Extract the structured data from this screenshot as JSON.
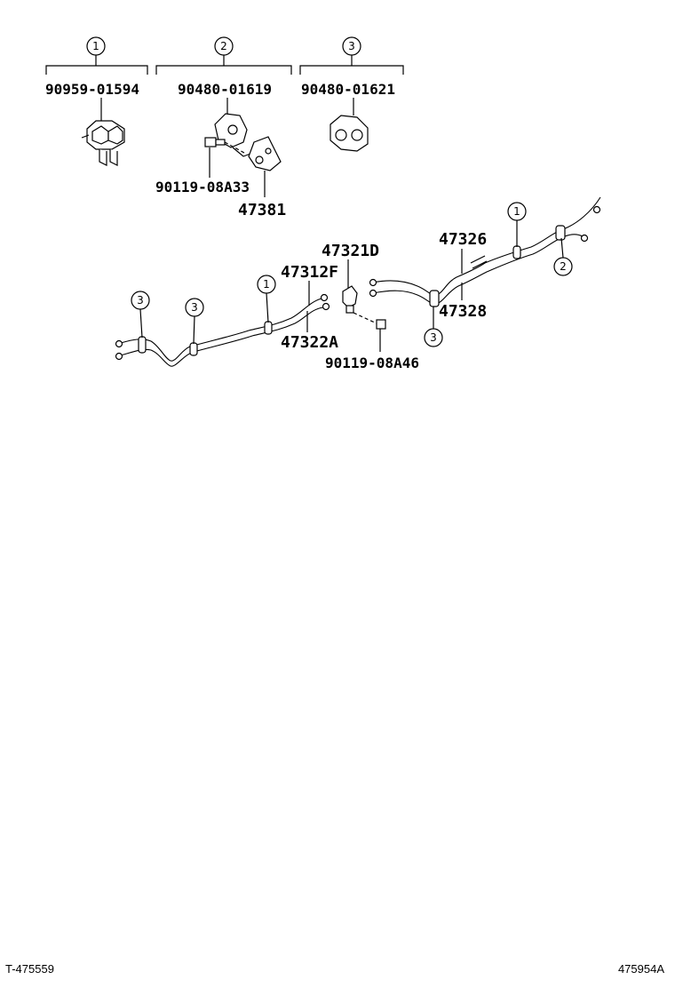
{
  "clamp_groups": [
    {
      "ref": "1",
      "part_number": "90959-01594"
    },
    {
      "ref": "2",
      "part_number": "90480-01619"
    },
    {
      "ref": "3",
      "part_number": "90480-01621"
    }
  ],
  "sub_parts": {
    "bolt_upper": "90119-08A33",
    "bracket": "47381"
  },
  "pipe_labels": {
    "p47321D": "47321D",
    "p47312F": "47312F",
    "p47322A": "47322A",
    "bolt_lower": "90119-08A46",
    "p47326": "47326",
    "p47328": "47328"
  },
  "callouts": {
    "left_3a": "3",
    "left_3b": "3",
    "left_1": "1",
    "right_1": "1",
    "right_2": "2",
    "right_3": "3"
  },
  "footer": {
    "left": "T-475559",
    "right": "475954A"
  }
}
